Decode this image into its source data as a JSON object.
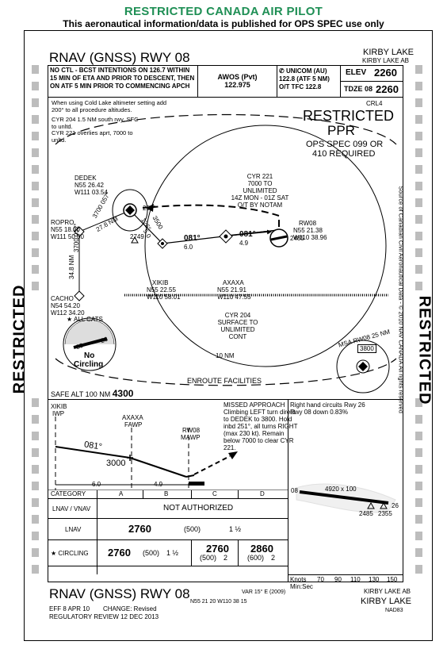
{
  "header": {
    "title": "RESTRICTED CANADA AIR PILOT",
    "subtitle": "This aeronautical information/data is published for OPS SPEC use only"
  },
  "approach": {
    "name": "RNAV (GNSS) RWY 08",
    "place": "KIRBY LAKE",
    "place_full": "KIRBY LAKE AB",
    "crl": "CRL4"
  },
  "info_row": {
    "ctl": "NO CTL - BCST INTENTIONS ON 126.7 WITHIN 15 MIN OF ETA AND PRIOR TO DESCENT, THEN ON ATF 5 MIN PRIOR TO COMMENCING APCH",
    "awos_label": "AWOS (Pvt)",
    "awos_freq": "122.975",
    "unicom_label": "UNICOM (AU)",
    "unicom_freq": "122.8 (ATF 5 NM)",
    "unicom_tfc": "O/T TFC 122.8",
    "elev_label": "ELEV",
    "elev_value": "2260",
    "tdze_label": "TDZE 08",
    "tdze_value": "2260"
  },
  "notes": {
    "cold": "When using Cold Lake altimeter setting add 200° to all procedure altitudes.",
    "cyr204": "CYR 204 1.5 NM south rwy, SFC to unltd.",
    "cyr221": "CYR 221 overlies aprt, 7000 to unltd."
  },
  "restricted_box": {
    "l1": "RESTRICTED",
    "l2": "PPR",
    "l3": "OPS SPEC 099 OR",
    "l4": "410 REQUIRED"
  },
  "airspace": {
    "cyr221": [
      "CYR 221",
      "7000 TO",
      "UNLIMITED",
      "14Z MON - 01Z SAT",
      "O/T BY NOTAM"
    ],
    "cyr204": [
      "CYR 204",
      "SURFACE TO",
      "UNLIMITED",
      "CONT"
    ],
    "ring": "10 NM",
    "enroute": "ENROUTE FACILITIES"
  },
  "fixes": {
    "dedek": {
      "name": "DEDEK",
      "lat": "N55 26.42",
      "lon": "W111 03.54"
    },
    "ropro": {
      "name": "ROPRO",
      "lat": "N55 18.00",
      "lon": "W111 50.00"
    },
    "cacho": {
      "name": "CACHO",
      "lat": "N54 54.20",
      "lon": "W112 34.20"
    },
    "xikib": {
      "name": "XIKIB",
      "lat": "N55 22.55",
      "lon": "W110 58.01"
    },
    "axaxa": {
      "name": "AXAXA",
      "lat": "N55 21.91",
      "lon": "W110 47.55"
    },
    "rw08": {
      "name": "RW08",
      "lat": "N55 21.38",
      "lon": "W110 38.96"
    }
  },
  "plan_labels": {
    "c251": "251°",
    "c081a": "081°",
    "d60": "6.0",
    "c081b": "081°",
    "d49": "4.9",
    "c057": "3700 057°",
    "c126": "126°",
    "d278": "27.8 NM",
    "c3500": "3500",
    "d50": "5.0",
    "c032": "3700 032°",
    "d348": "34.8 NM",
    "spot2749": "2749",
    "spot2485": "2485"
  },
  "all_cats": {
    "label": "ALL CATS",
    "no": "No",
    "circ": "Circling",
    "r80": "80",
    "r26": "26"
  },
  "msa": {
    "label": "MSA RW08 25 NM",
    "alt": "3800"
  },
  "safe_alt": {
    "label": "SAFE ALT 100 NM",
    "value": "4300"
  },
  "profile": {
    "xikib": "XIKIB",
    "iwp": "IWP",
    "axaxa": "AXAXA",
    "fawp": "FAWP",
    "rw08": "RW08",
    "mawp": "MAWP",
    "crs": "081°",
    "alt": "3000",
    "d1": "6.0",
    "d2": "4.9",
    "missed_title": "MISSED APPROACH",
    "missed_text": [
      "Climbing LEFT turn direct",
      "to DEDEK to 3800. Hold",
      "inbd 251°, all turns RIGHT",
      "(max 230 kt). Remain",
      "below 7000 to clear CYR",
      "221."
    ]
  },
  "airport": {
    "circuits": "Right hand circuits Rwy 26",
    "down": "Rwy 08 down 0.83%",
    "rwy": "4920 x 100",
    "r08": "08",
    "r26": "26",
    "e1": "2485",
    "e2": "2355"
  },
  "minima": {
    "headers": [
      "CATEGORY",
      "A",
      "B",
      "C",
      "D"
    ],
    "lnav_vnav": {
      "label": "LNAV / VNAV",
      "text": "NOT AUTHORIZED"
    },
    "lnav": {
      "label": "LNAV",
      "mda": "2760",
      "haa": "(500)",
      "vis": "1 ½"
    },
    "circling": {
      "label": "★ CIRCLING",
      "ab_mda": "2760",
      "ab_haa": "(500)",
      "ab_vis": "1 ½",
      "c_mda": "2760",
      "c_haa": "(500)",
      "c_vis": "2",
      "d_mda": "2860",
      "d_haa": "(600)",
      "d_vis": "2"
    }
  },
  "timing": {
    "knots": [
      "Knots",
      "70",
      "90",
      "110",
      "130",
      "150"
    ],
    "minsec": "Min:Sec"
  },
  "footer": {
    "name": "RNAV (GNSS) RWY 08",
    "var": "VAR 15° E (2009)",
    "coords": "N55 21 20 W110 38 15",
    "eff": "EFF 8 APR 10",
    "change": "CHANGE: Revised",
    "review": "REGULATORY REVIEW 12 DEC 2013",
    "place_full": "KIRBY LAKE AB",
    "place": "KIRBY LAKE",
    "datum": "NAD83"
  },
  "side": {
    "left": "RESTRICTED",
    "right": "RESTRICTED",
    "source": "Source of Canadian Civil Aeronautical Data - © 2010 NAV CANADA All rights reserved"
  }
}
